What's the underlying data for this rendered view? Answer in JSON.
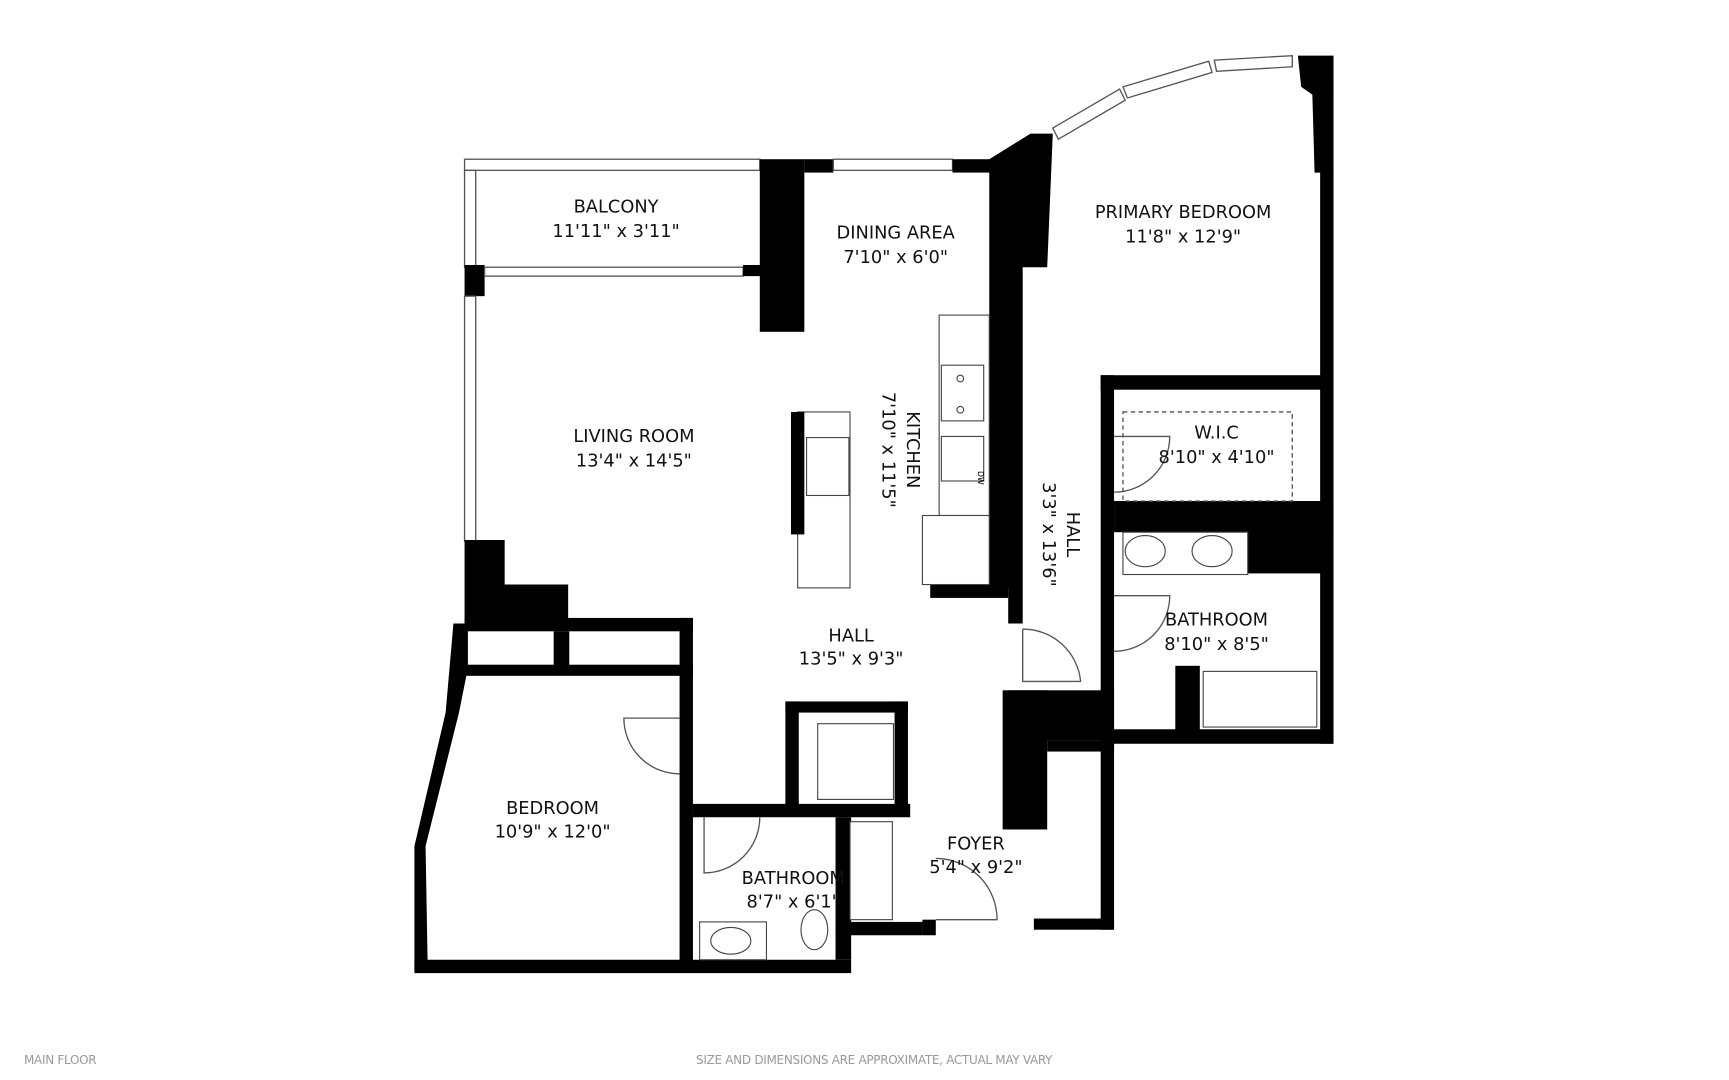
{
  "rooms": [
    {
      "name": "BALCONY",
      "dims": "11'11\" x 3'11\""
    },
    {
      "name": "DINING AREA",
      "dims": "7'10\" x 6'0\""
    },
    {
      "name": "PRIMARY BEDROOM",
      "dims": "11'8\" x 12'9\""
    },
    {
      "name": "LIVING ROOM",
      "dims": "13'4\" x 14'5\""
    },
    {
      "name": "KITCHEN",
      "dims": "7'10\" x 11'5\""
    },
    {
      "name": "W.I.C",
      "dims": "8'10\" x 4'10\""
    },
    {
      "name": "HALL",
      "dims": "3'3\" x 13'6\""
    },
    {
      "name": "BATHROOM",
      "dims": "8'10\" x 8'5\""
    },
    {
      "name": "HALL",
      "dims": "13'5\" x 9'3\""
    },
    {
      "name": "BEDROOM",
      "dims": "10'9\" x 12'0\""
    },
    {
      "name": "FOYER",
      "dims": "5'4\" x 9'2\""
    },
    {
      "name": "BATHROOM",
      "dims": "8'7\" x 6'1\""
    }
  ],
  "appliance_labels": {
    "dishwasher": "DW"
  },
  "footer": {
    "floor_label": "MAIN FLOOR",
    "disclaimer": "SIZE AND DIMENSIONS ARE APPROXIMATE, ACTUAL MAY VARY"
  }
}
